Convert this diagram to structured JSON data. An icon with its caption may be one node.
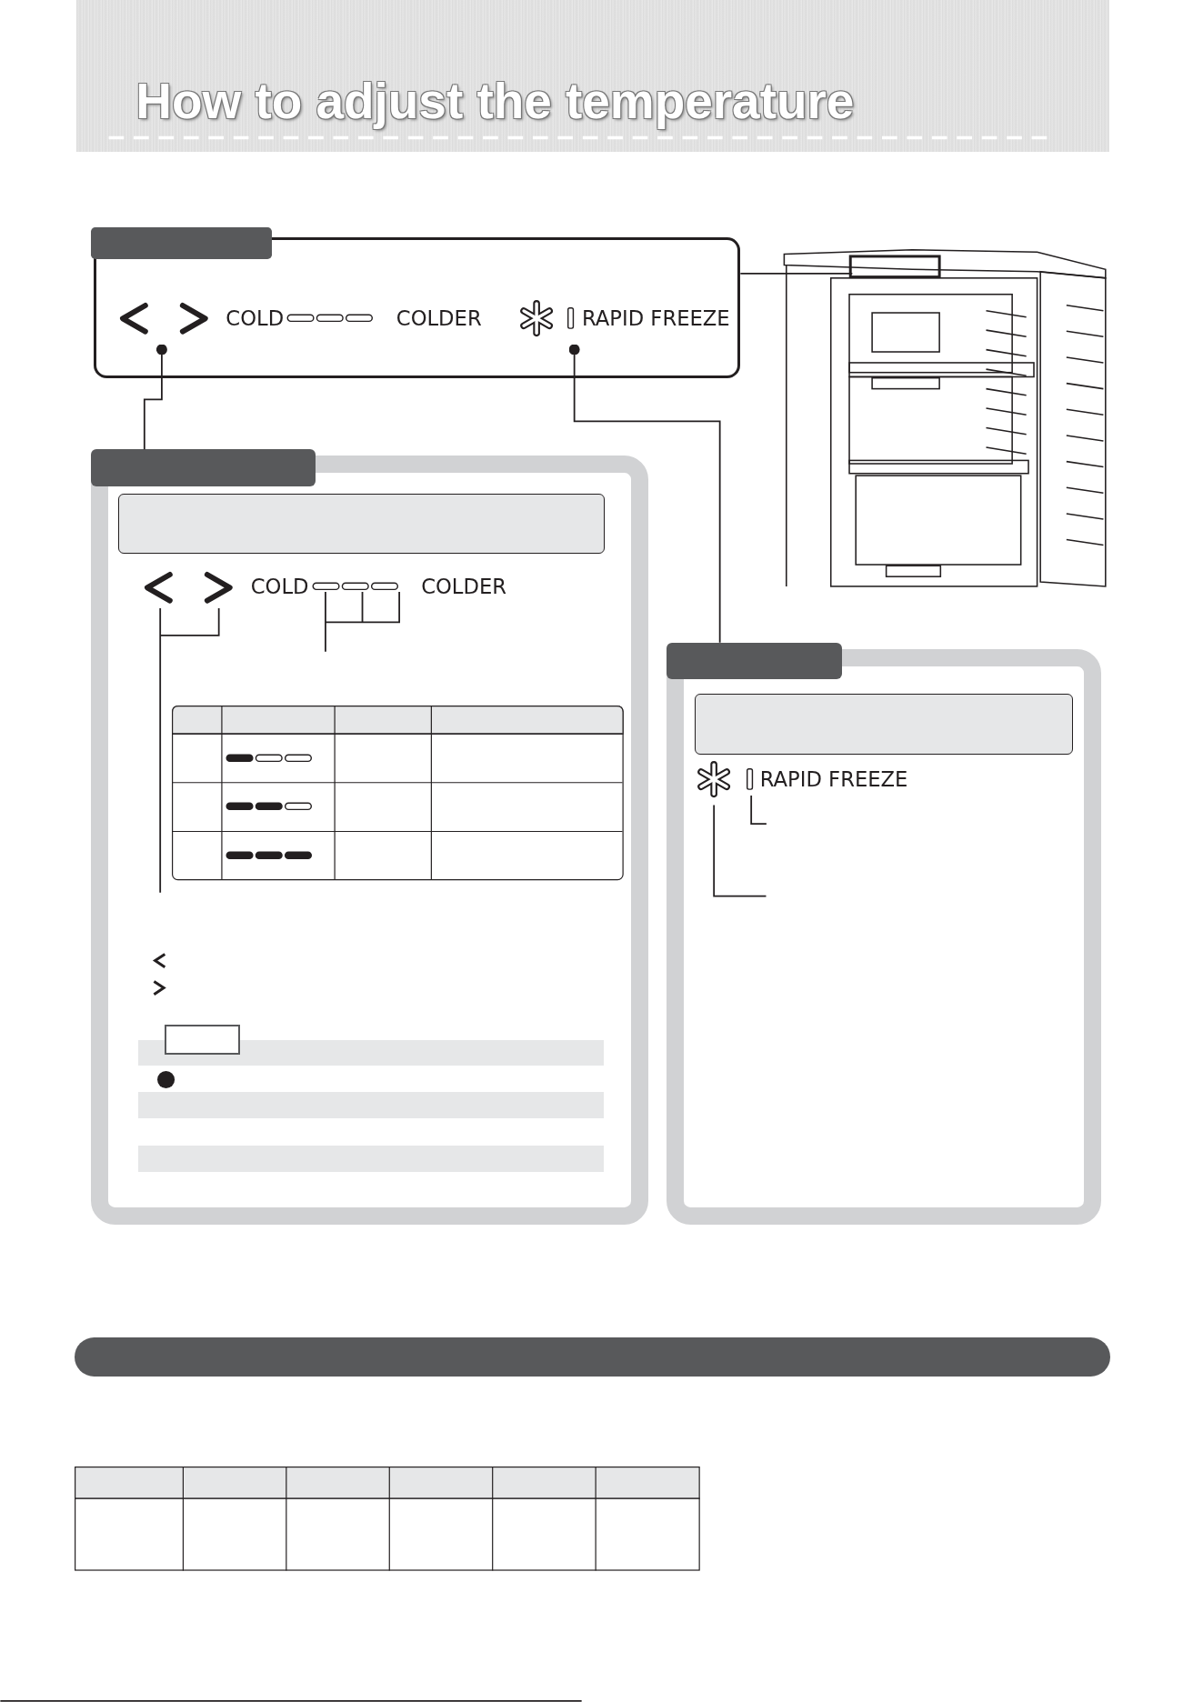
{
  "diagram": {
    "title": "How to adjust the temperature",
    "nodes": [
      {
        "text": [
          "COLD",
          "COLDER",
          "RAPID FREEZE"
        ]
      },
      {
        "text": [
          "COLD",
          "COLDER"
        ]
      },
      {
        "text": [
          "RAPID FREEZE"
        ]
      },
      {
        "text": [],
        "shape": "picture"
      },
      {
        "text": [],
        "shape": "box",
        "in": 1
      },
      {
        "text": [],
        "shape": "box",
        "in": 2
      },
      {
        "text": [],
        "shape": "bar"
      }
    ],
    "edges": [
      {
        "from": 0,
        "to": 1,
        "arrow": "other"
      },
      {
        "from": 0,
        "to": 2,
        "arrow": "other"
      },
      {
        "from": 0,
        "to": 3,
        "arrow": "none"
      }
    ]
  }
}
